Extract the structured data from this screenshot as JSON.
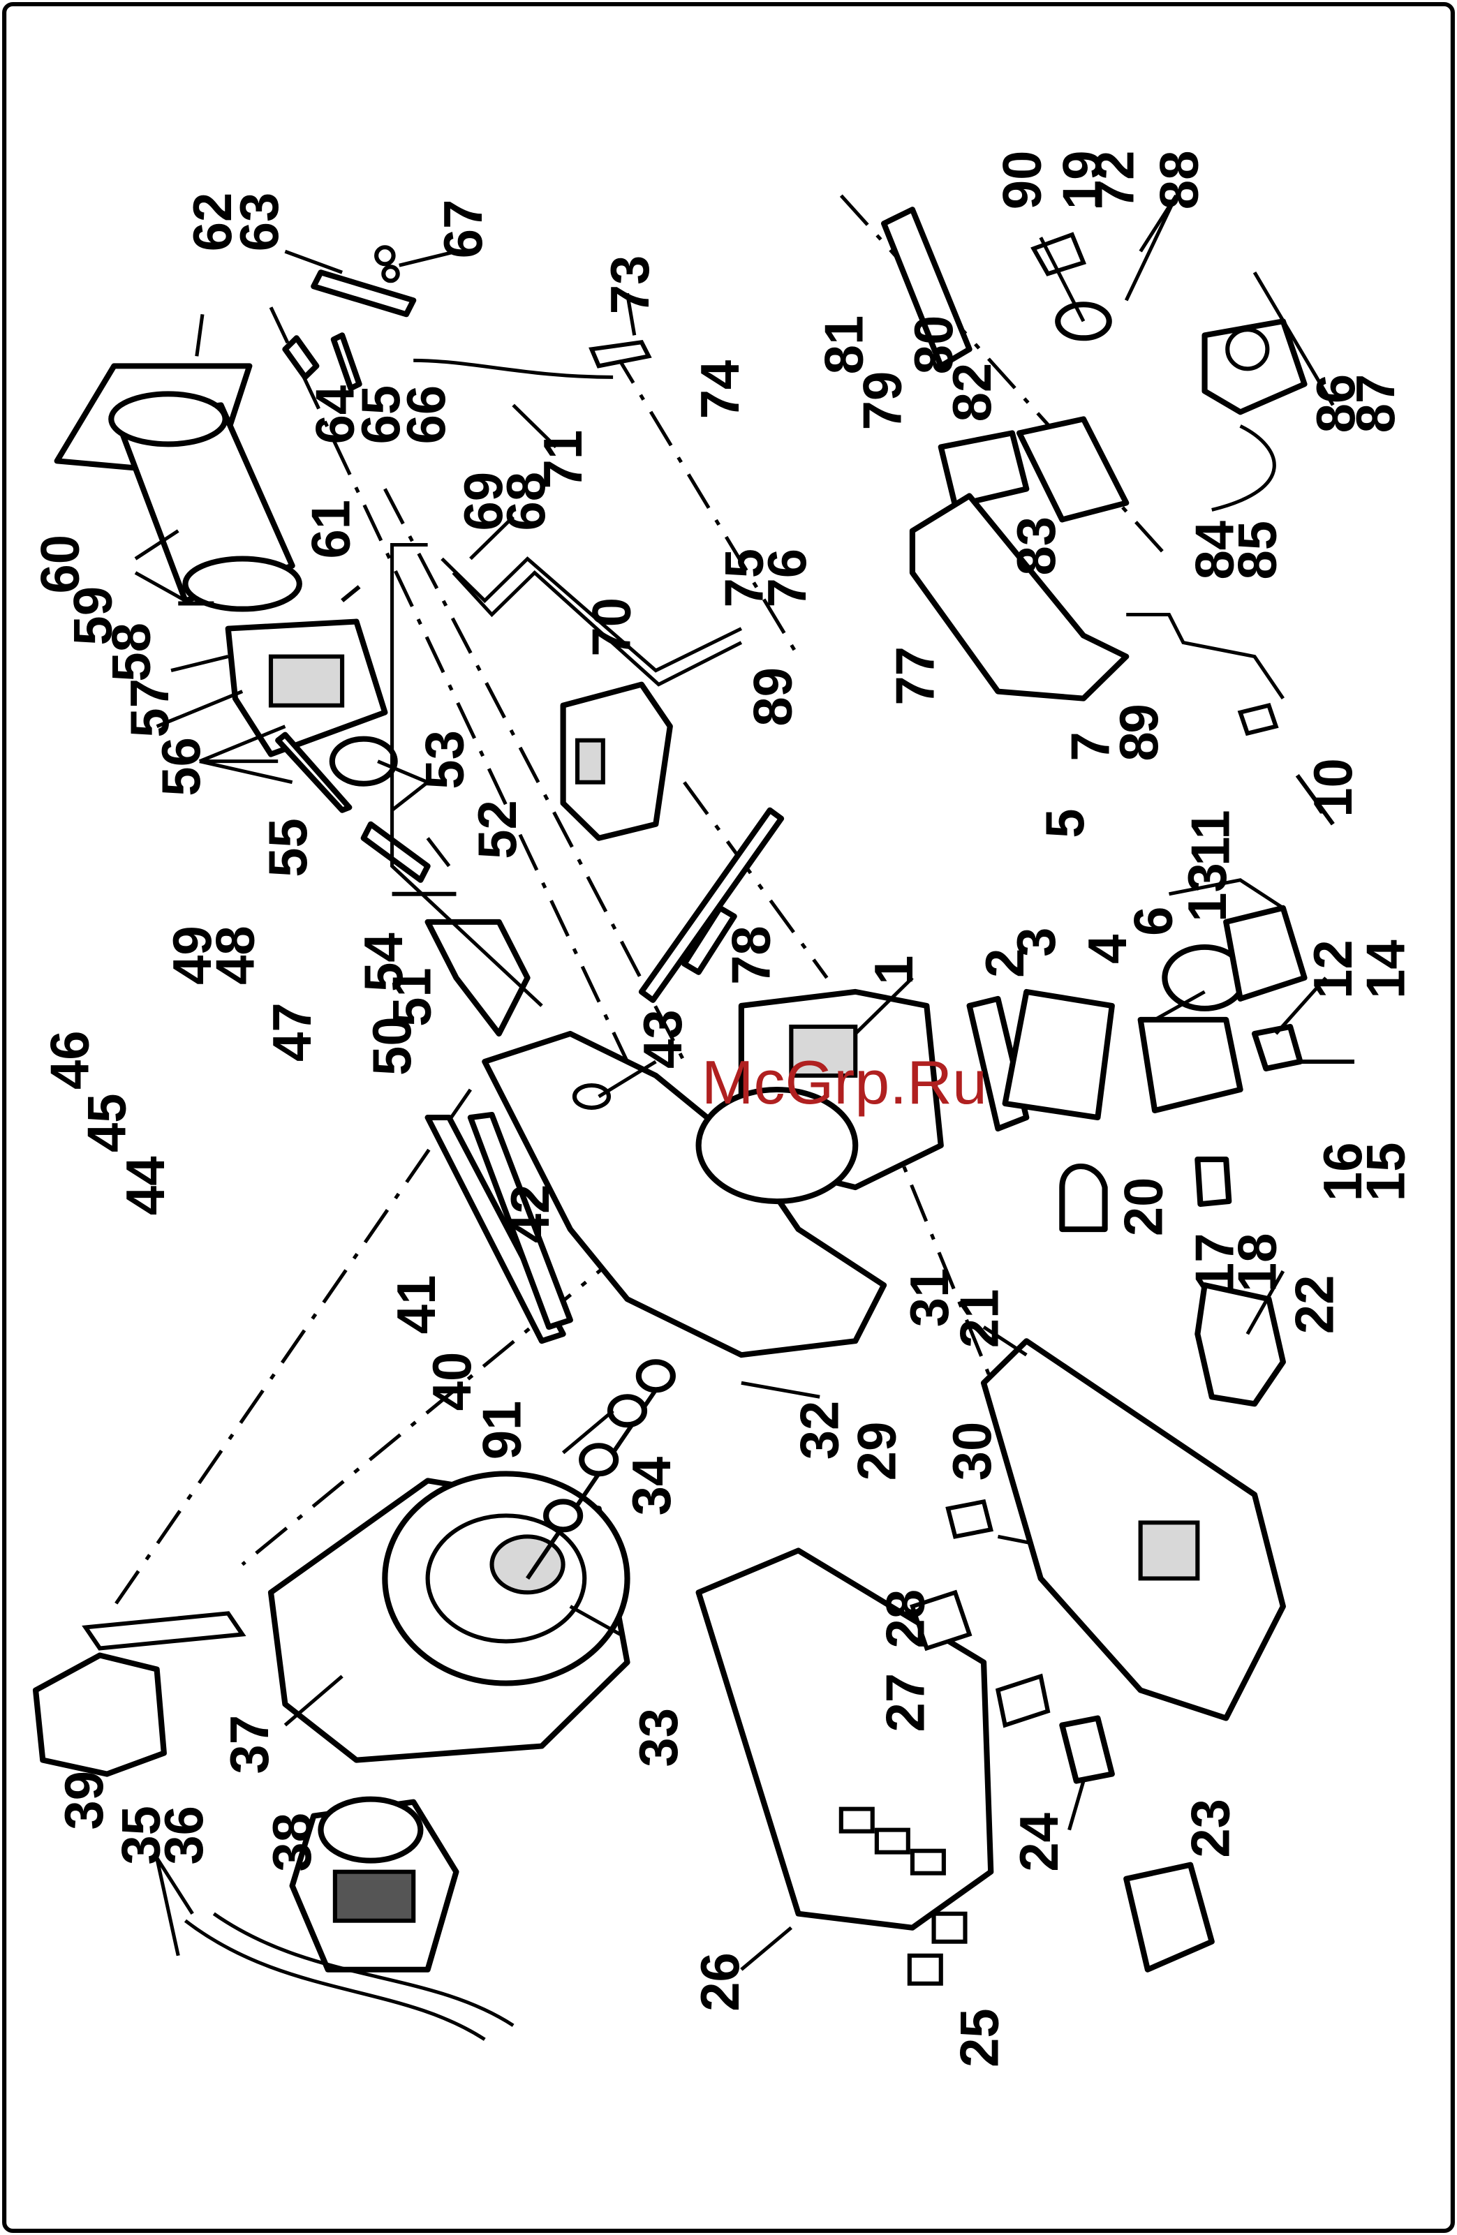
{
  "watermark": "McGrp.Ru",
  "part_numbers": [
    "1",
    "2",
    "3",
    "4",
    "5",
    "6",
    "7",
    "8",
    "9",
    "10",
    "11",
    "12",
    "13",
    "14",
    "15",
    "16",
    "17",
    "18",
    "19",
    "20",
    "21",
    "22",
    "23",
    "24",
    "25",
    "26",
    "27",
    "28",
    "29",
    "30",
    "31",
    "32",
    "33",
    "34",
    "35",
    "36",
    "37",
    "38",
    "39",
    "40",
    "41",
    "42",
    "43",
    "44",
    "45",
    "46",
    "47",
    "48",
    "49",
    "50",
    "51",
    "52",
    "53",
    "54",
    "55",
    "56",
    "57",
    "58",
    "59",
    "60",
    "61",
    "62",
    "63",
    "64",
    "65",
    "66",
    "67",
    "68",
    "69",
    "70",
    "71",
    "72",
    "73",
    "74",
    "75",
    "76",
    "77",
    "78",
    "79",
    "80",
    "81",
    "82",
    "83",
    "84",
    "85",
    "86",
    "87",
    "88",
    "89",
    "90",
    "91"
  ]
}
